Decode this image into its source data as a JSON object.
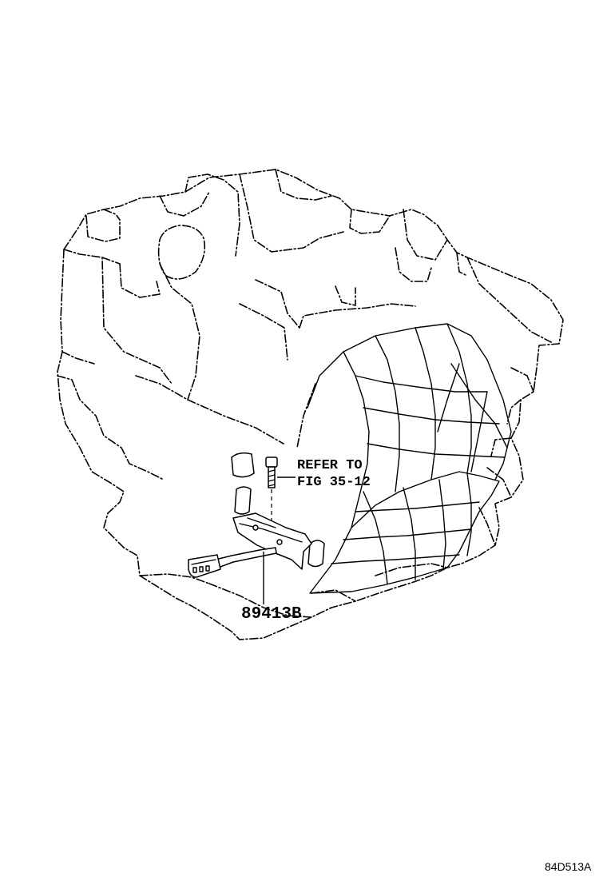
{
  "diagram": {
    "callouts": {
      "refer_line1": "REFER TO",
      "refer_line2": "FIG 35-12",
      "part_number": "89413B"
    },
    "figure_code": "84D513A"
  }
}
